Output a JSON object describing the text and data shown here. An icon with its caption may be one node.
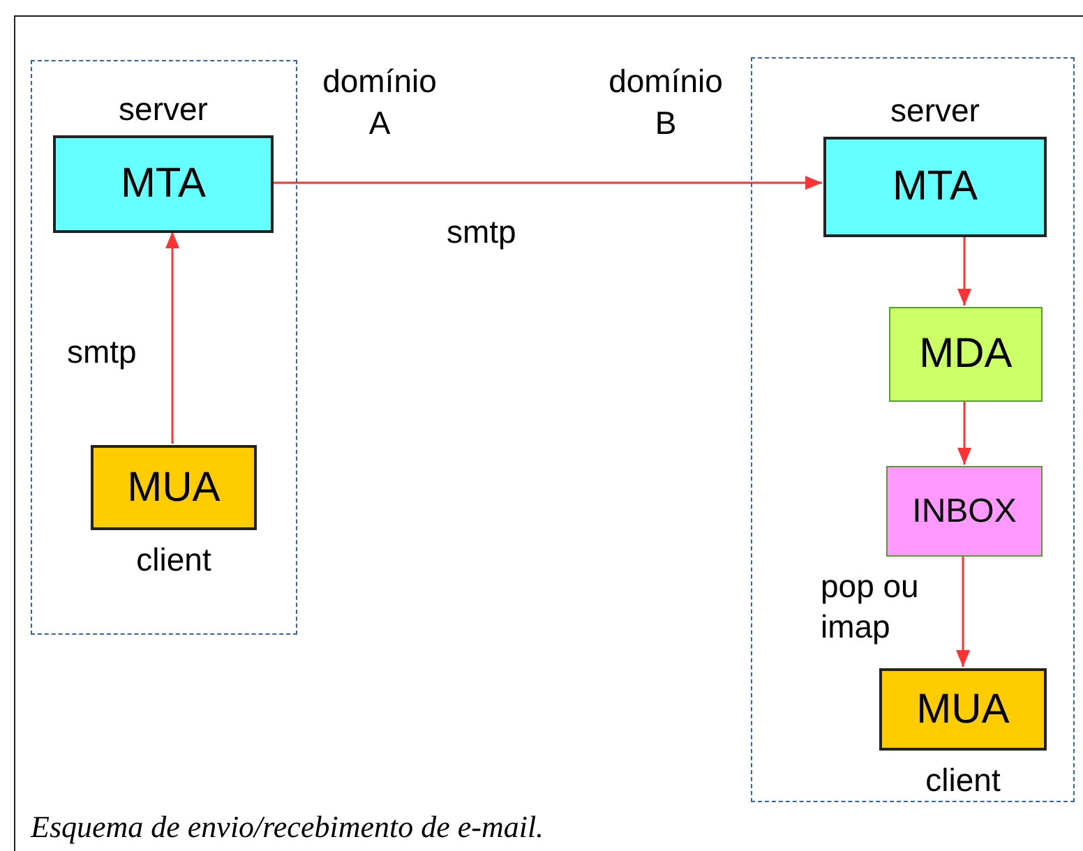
{
  "diagram": {
    "caption": "Esquema de envio/recebimento de e-mail.",
    "nodes": [
      {
        "text": [],
        "shape": "box"
      },
      {
        "text": [
          "MTA"
        ],
        "beside": [
          "server"
        ],
        "in": 0
      },
      {
        "text": [
          "MUA"
        ],
        "beside": [
          "client"
        ],
        "in": 0
      },
      {
        "text": [],
        "shape": "box"
      },
      {
        "text": [
          "MTA"
        ],
        "beside": [
          "server"
        ],
        "in": 3
      },
      {
        "text": [
          "MDA"
        ],
        "in": 3
      },
      {
        "text": [
          "INBOX"
        ],
        "in": 3
      },
      {
        "text": [
          "MUA"
        ],
        "beside": [
          "client"
        ],
        "in": 3
      }
    ],
    "edges": [
      {
        "from": 2,
        "to": 1,
        "arrow": "to",
        "label": "smtp"
      },
      {
        "from": 1,
        "to": 4,
        "arrow": "to",
        "label": "smtp"
      },
      {
        "from": 4,
        "to": 5,
        "arrow": "to"
      },
      {
        "from": 5,
        "to": 6,
        "arrow": "to"
      },
      {
        "from": 6,
        "to": 7,
        "arrow": "to",
        "label": "pop ou imap"
      }
    ],
    "labels": [
      "domínio A",
      "domínio B"
    ]
  }
}
